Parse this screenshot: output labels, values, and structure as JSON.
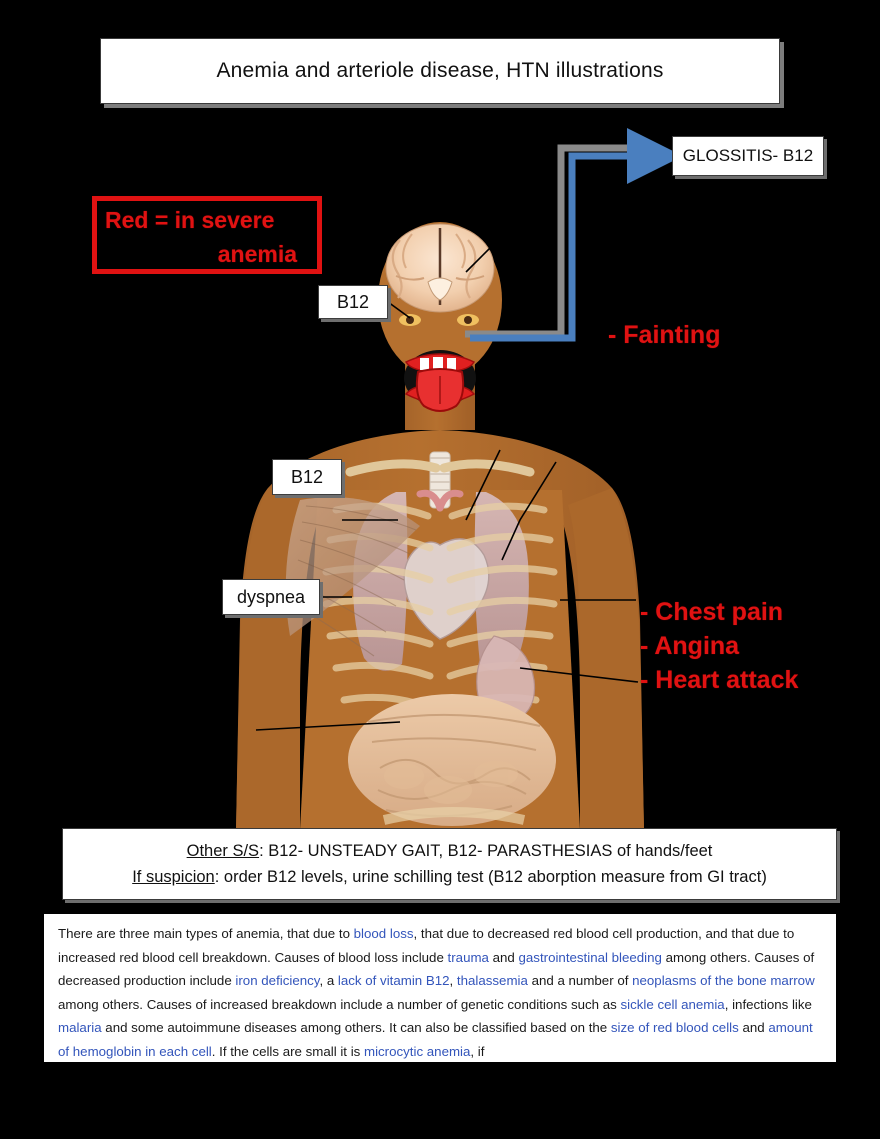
{
  "title": {
    "text": "Anemia and arteriole disease, HTN illustrations"
  },
  "legend": {
    "line1": "Red = in severe",
    "line2": "anemia",
    "color": "#e01212"
  },
  "callouts": {
    "glossitis": "GLOSSITIS- B12",
    "b12_brain": "B12",
    "b12_lung": "B12",
    "dyspnea": "dyspnea"
  },
  "red_symptoms": {
    "fainting": "- Fainting",
    "chest_pain": "- Chest pain",
    "angina": "- Angina",
    "heart_attack": "- Heart attack"
  },
  "connector": {
    "color": "#4a7fbf",
    "from": "tongue",
    "to": "glossitis-label"
  },
  "other_ss": {
    "line1_label": "Other S/S",
    "line1_text": ": B12- UNSTEADY GAIT, B12- PARASTHESIAS of hands/feet",
    "line2_label": "If suspicion",
    "line2_text": ": order B12 levels, urine schilling test (B12 aborption measure from GI tract)"
  },
  "info_paragraph": {
    "segments": [
      {
        "t": "There are three main types of anemia, that due to ",
        "link": false
      },
      {
        "t": "blood loss",
        "link": true
      },
      {
        "t": ", that due to decreased red blood cell production, and that due to increased red blood cell breakdown. Causes of blood loss include ",
        "link": false
      },
      {
        "t": "trauma",
        "link": true
      },
      {
        "t": " and ",
        "link": false
      },
      {
        "t": "gastrointestinal bleeding",
        "link": true
      },
      {
        "t": " among others. Causes of decreased production include ",
        "link": false
      },
      {
        "t": "iron deficiency",
        "link": true
      },
      {
        "t": ", a ",
        "link": false
      },
      {
        "t": "lack of vitamin B12",
        "link": true
      },
      {
        "t": ", ",
        "link": false
      },
      {
        "t": "thalassemia",
        "link": true
      },
      {
        "t": " and a number of ",
        "link": false
      },
      {
        "t": "neoplasms of the bone marrow",
        "link": true
      },
      {
        "t": " among others. Causes of increased breakdown include a number of genetic conditions such as ",
        "link": false
      },
      {
        "t": "sickle cell anemia",
        "link": true
      },
      {
        "t": ", infections like ",
        "link": false
      },
      {
        "t": "malaria",
        "link": true
      },
      {
        "t": " and some autoimmune diseases among others. It can also be classified based on the ",
        "link": false
      },
      {
        "t": "size of red blood cells",
        "link": true
      },
      {
        "t": " and ",
        "link": false
      },
      {
        "t": "amount of hemoglobin in each cell",
        "link": true
      },
      {
        "t": ". If the cells are small it is ",
        "link": false
      },
      {
        "t": "microcytic anemia",
        "link": true
      },
      {
        "t": ", if",
        "link": false
      }
    ]
  },
  "figure": {
    "description": "anatomical illustration of human head and torso",
    "skin_color": "#b5702f",
    "parts": [
      "brain",
      "eyes",
      "mouth-tongue",
      "lungs",
      "heart",
      "ribs",
      "muscles",
      "intestines",
      "arms"
    ]
  }
}
